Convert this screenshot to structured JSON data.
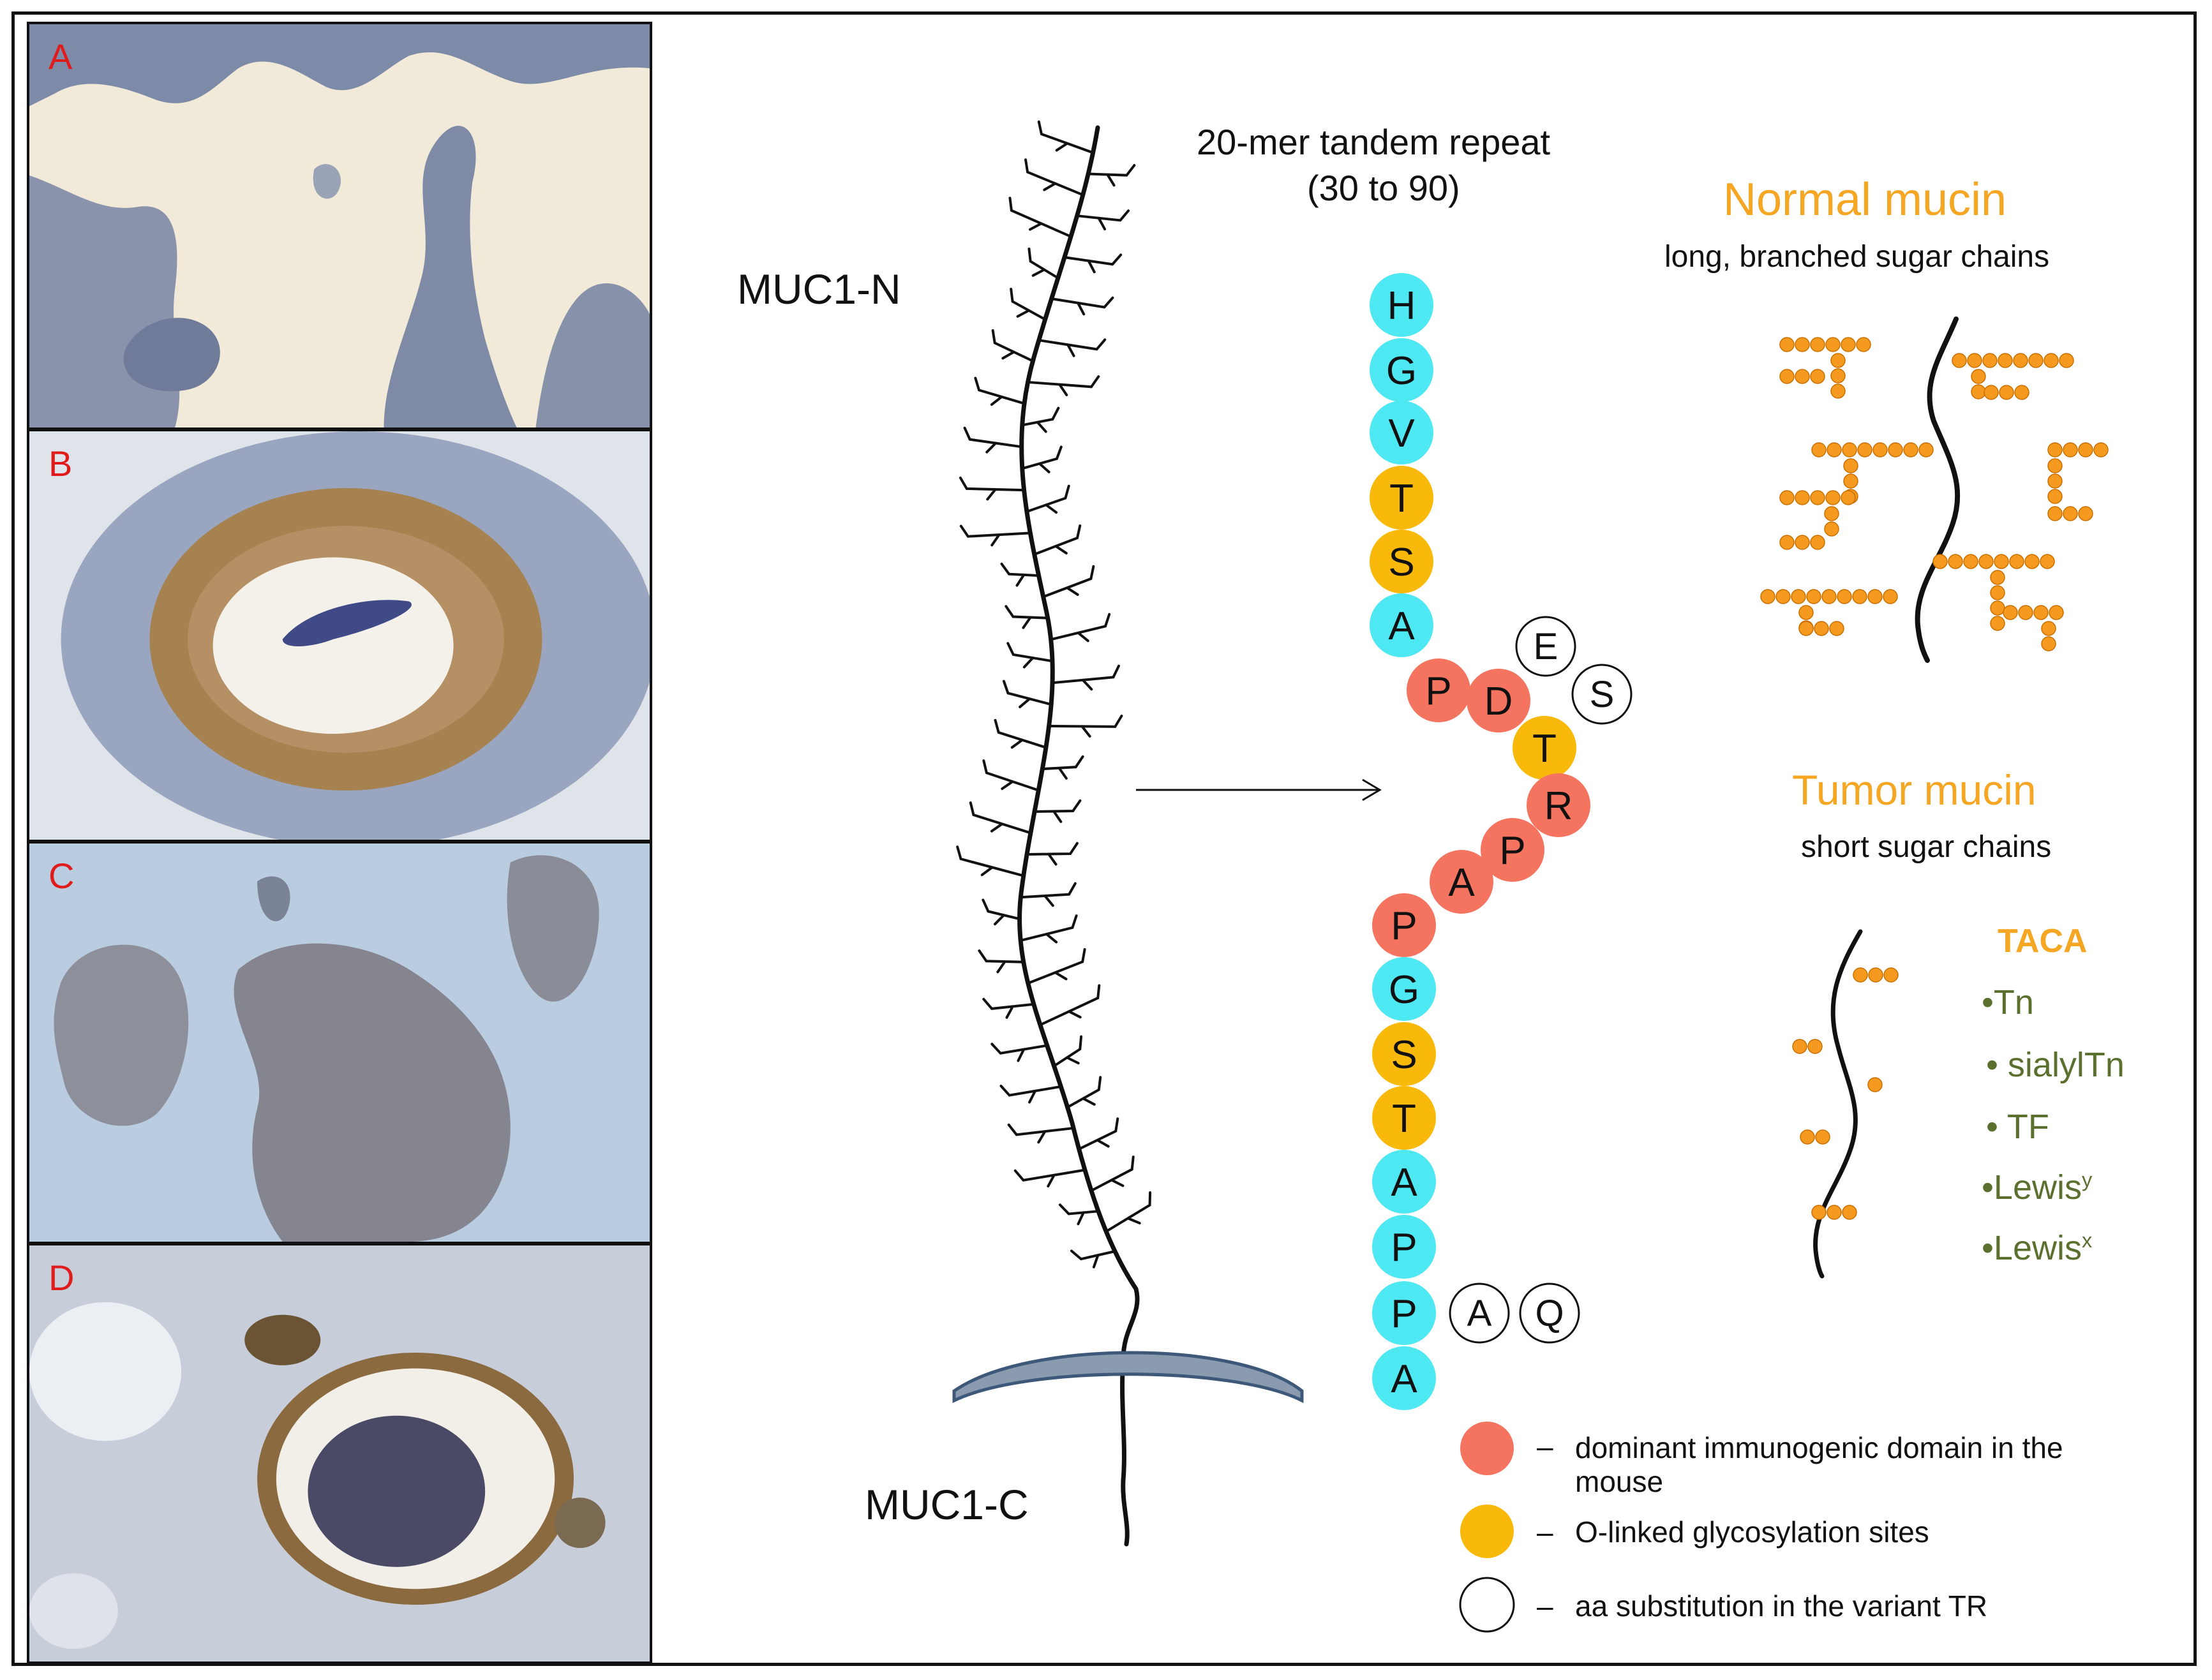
{
  "panels": [
    {
      "id": "A",
      "label": "A"
    },
    {
      "id": "B",
      "label": "B"
    },
    {
      "id": "C",
      "label": "C"
    },
    {
      "id": "D",
      "label": "D"
    }
  ],
  "diagram": {
    "muc1n": "MUC1-N",
    "muc1c": "MUC1-C",
    "repeat_title": "20-mer tandem repeat",
    "repeat_range": "(30 to 90)",
    "normal_title": "Normal mucin",
    "normal_sub": "long, branched sugar chains",
    "tumor_title": "Tumor mucin",
    "tumor_sub": "short sugar chains",
    "taca_title": "TACA",
    "taca_items": [
      "•Tn",
      "• sialylTn",
      "• TF",
      "•Lewis",
      "•Lewis"
    ],
    "taca_sups": [
      "y",
      "x"
    ]
  },
  "sequence": [
    {
      "aa": "H",
      "type": "other"
    },
    {
      "aa": "G",
      "type": "other"
    },
    {
      "aa": "V",
      "type": "other"
    },
    {
      "aa": "T",
      "type": "glyco"
    },
    {
      "aa": "S",
      "type": "glyco"
    },
    {
      "aa": "A",
      "type": "other"
    },
    {
      "aa": "P",
      "type": "immuno"
    },
    {
      "aa": "D",
      "type": "immuno"
    },
    {
      "aa": "T",
      "type": "glyco"
    },
    {
      "aa": "R",
      "type": "immuno"
    },
    {
      "aa": "P",
      "type": "immuno"
    },
    {
      "aa": "A",
      "type": "immuno"
    },
    {
      "aa": "P",
      "type": "immuno"
    },
    {
      "aa": "G",
      "type": "other"
    },
    {
      "aa": "S",
      "type": "glyco"
    },
    {
      "aa": "T",
      "type": "glyco"
    },
    {
      "aa": "A",
      "type": "other"
    },
    {
      "aa": "P",
      "type": "other"
    },
    {
      "aa": "P",
      "type": "other"
    },
    {
      "aa": "A",
      "type": "other"
    }
  ],
  "substitutions": [
    "E",
    "S",
    "A",
    "Q"
  ],
  "legend": {
    "dash": "–",
    "immuno_label_1": "dominant immunogenic domain in the",
    "immuno_label_2": "mouse",
    "glyco_label": "O-linked glycosylation sites",
    "subst_label": "aa substitution in the variant TR"
  },
  "colors": {
    "other": "#4de8f2",
    "glyco": "#f9b90a",
    "immuno": "#f47460",
    "sugar": "#f59a1e",
    "panel_label": "#e01b1b",
    "membrane": "#8a9bb0"
  }
}
